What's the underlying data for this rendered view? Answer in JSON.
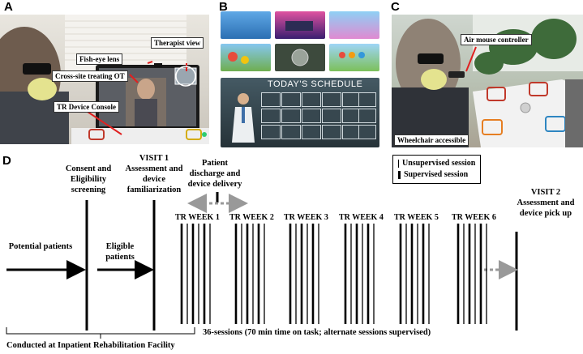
{
  "panels": {
    "a": {
      "letter": "A",
      "labels": {
        "therapist_view": "Therapist view",
        "fisheye_lens": "Fish-eye lens",
        "cross_site_ot": "Cross-site treating OT",
        "device_console": "TR Device Console"
      }
    },
    "b": {
      "letter": "B",
      "schedule_title": "TODAY'S SCHEDULE"
    },
    "c": {
      "letter": "C",
      "labels": {
        "air_mouse": "Air mouse controller",
        "wheelchair": "Wheelchair accessible"
      }
    },
    "d": {
      "letter": "D"
    }
  },
  "timeline": {
    "consent": "Consent and Eligibility screening",
    "visit1_title": "VISIT 1",
    "visit1_desc": "Assessment and device familiarization",
    "discharge": "Patient discharge and device delivery",
    "visit2_title": "VISIT 2",
    "visit2_desc": "Assessment and device pick up",
    "potential": "Potential patients",
    "eligible": "Eligible patients",
    "weeks": [
      "TR WEEK 1",
      "TR WEEK 2",
      "TR WEEK 3",
      "TR WEEK 4",
      "TR WEEK 5",
      "TR WEEK 6"
    ],
    "sessions_note": "36-sessions (70 min time on task; alternate sessions supervised)",
    "conducted_at": "Conducted at Inpatient Rehabilitation Facility"
  },
  "legend": {
    "unsupervised": "Unsupervised session",
    "supervised": "Supervised session"
  }
}
